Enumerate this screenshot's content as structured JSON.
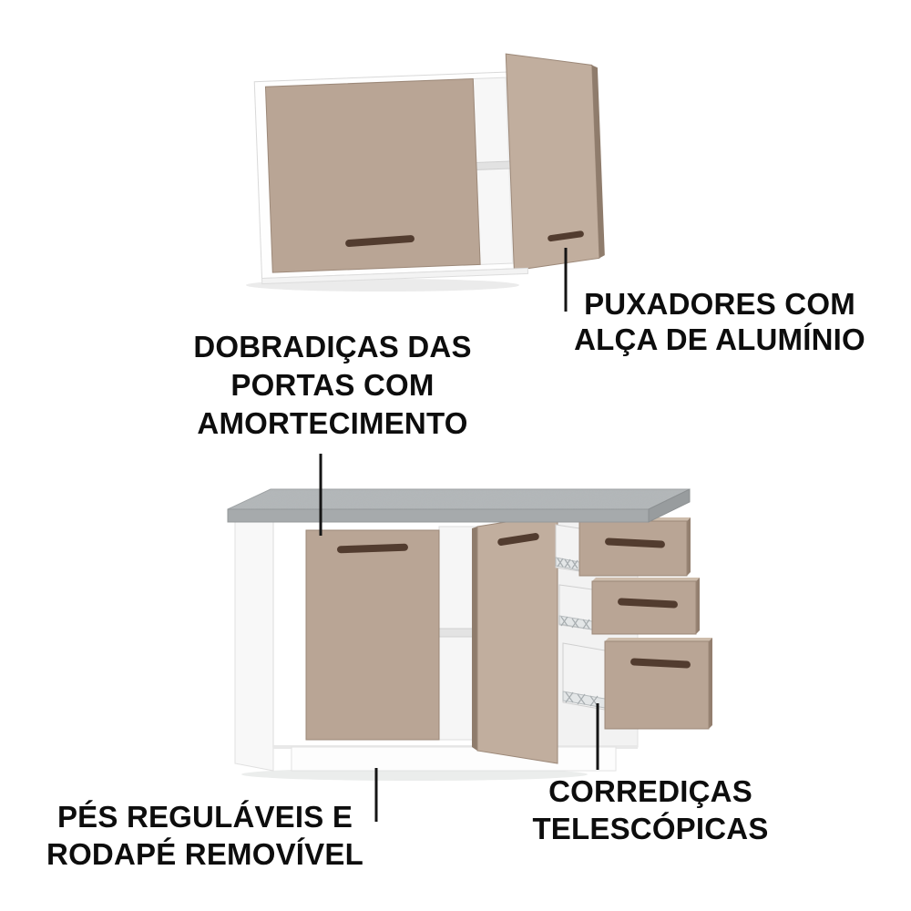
{
  "labels": {
    "handles": {
      "lines": [
        "PUXADORES COM",
        "ALÇA DE ALUMÍNIO"
      ]
    },
    "hinges": {
      "lines": [
        "DOBRADIÇAS DAS",
        "PORTAS COM",
        "AMORTECIMENTO"
      ]
    },
    "feet": {
      "lines": [
        "PÉS REGULÁVEIS E",
        "RODAPÉ REMOVÍVEL"
      ]
    },
    "slides": {
      "lines": [
        "CORREDIÇAS",
        "TELESCÓPICAS"
      ]
    }
  },
  "colors": {
    "door": "#b9a595",
    "door_open": "#c1ae9e",
    "door_edge": "#8f7c6c",
    "handle": "#523c2f",
    "countertop": "#b4b8ba",
    "countertop_front": "#a6aaac",
    "countertop_side": "#989c9e",
    "carcass": "#ffffff",
    "leader_line": "#151515",
    "label_text": "#0d0d0d"
  }
}
